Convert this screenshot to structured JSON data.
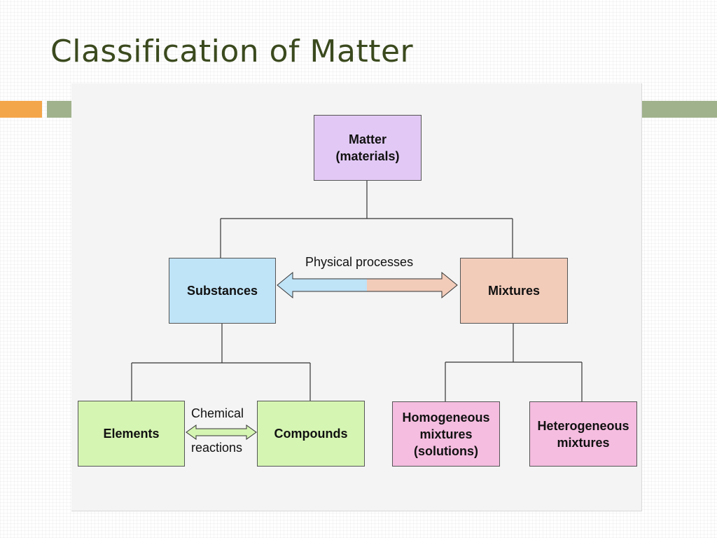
{
  "slide": {
    "title": "Classification of Matter",
    "colors": {
      "title": "#3b4a1e",
      "accent_orange": "#f4a64a",
      "accent_green": "#a0b28c"
    }
  },
  "diagram": {
    "nodes": {
      "matter": {
        "label": "Matter\n(materials)",
        "color": "#e2c9f5"
      },
      "substances": {
        "label": "Substances",
        "color": "#bfe3f7"
      },
      "mixtures": {
        "label": "Mixtures",
        "color": "#f2cbb9"
      },
      "elements": {
        "label": "Elements",
        "color": "#d5f5b2"
      },
      "compounds": {
        "label": "Compounds",
        "color": "#d5f5b2"
      },
      "homogeneous": {
        "label": "Homogeneous\nmixtures\n(solutions)",
        "color": "#f5bde0"
      },
      "heterogeneous": {
        "label": "Heterogeneous\nmixtures",
        "color": "#f5bde0"
      }
    },
    "edges": [
      {
        "from": "matter",
        "to": "substances"
      },
      {
        "from": "matter",
        "to": "mixtures"
      },
      {
        "from": "substances",
        "to": "elements"
      },
      {
        "from": "substances",
        "to": "compounds"
      },
      {
        "from": "mixtures",
        "to": "homogeneous"
      },
      {
        "from": "mixtures",
        "to": "heterogeneous"
      }
    ],
    "arrows": {
      "physical": {
        "label": "Physical processes",
        "color_left": "#bfe3f7",
        "color_right": "#f2cbb9"
      },
      "chemical": {
        "label_top": "Chemical",
        "label_bottom": "reactions",
        "color": "#d5f5b2"
      }
    }
  }
}
